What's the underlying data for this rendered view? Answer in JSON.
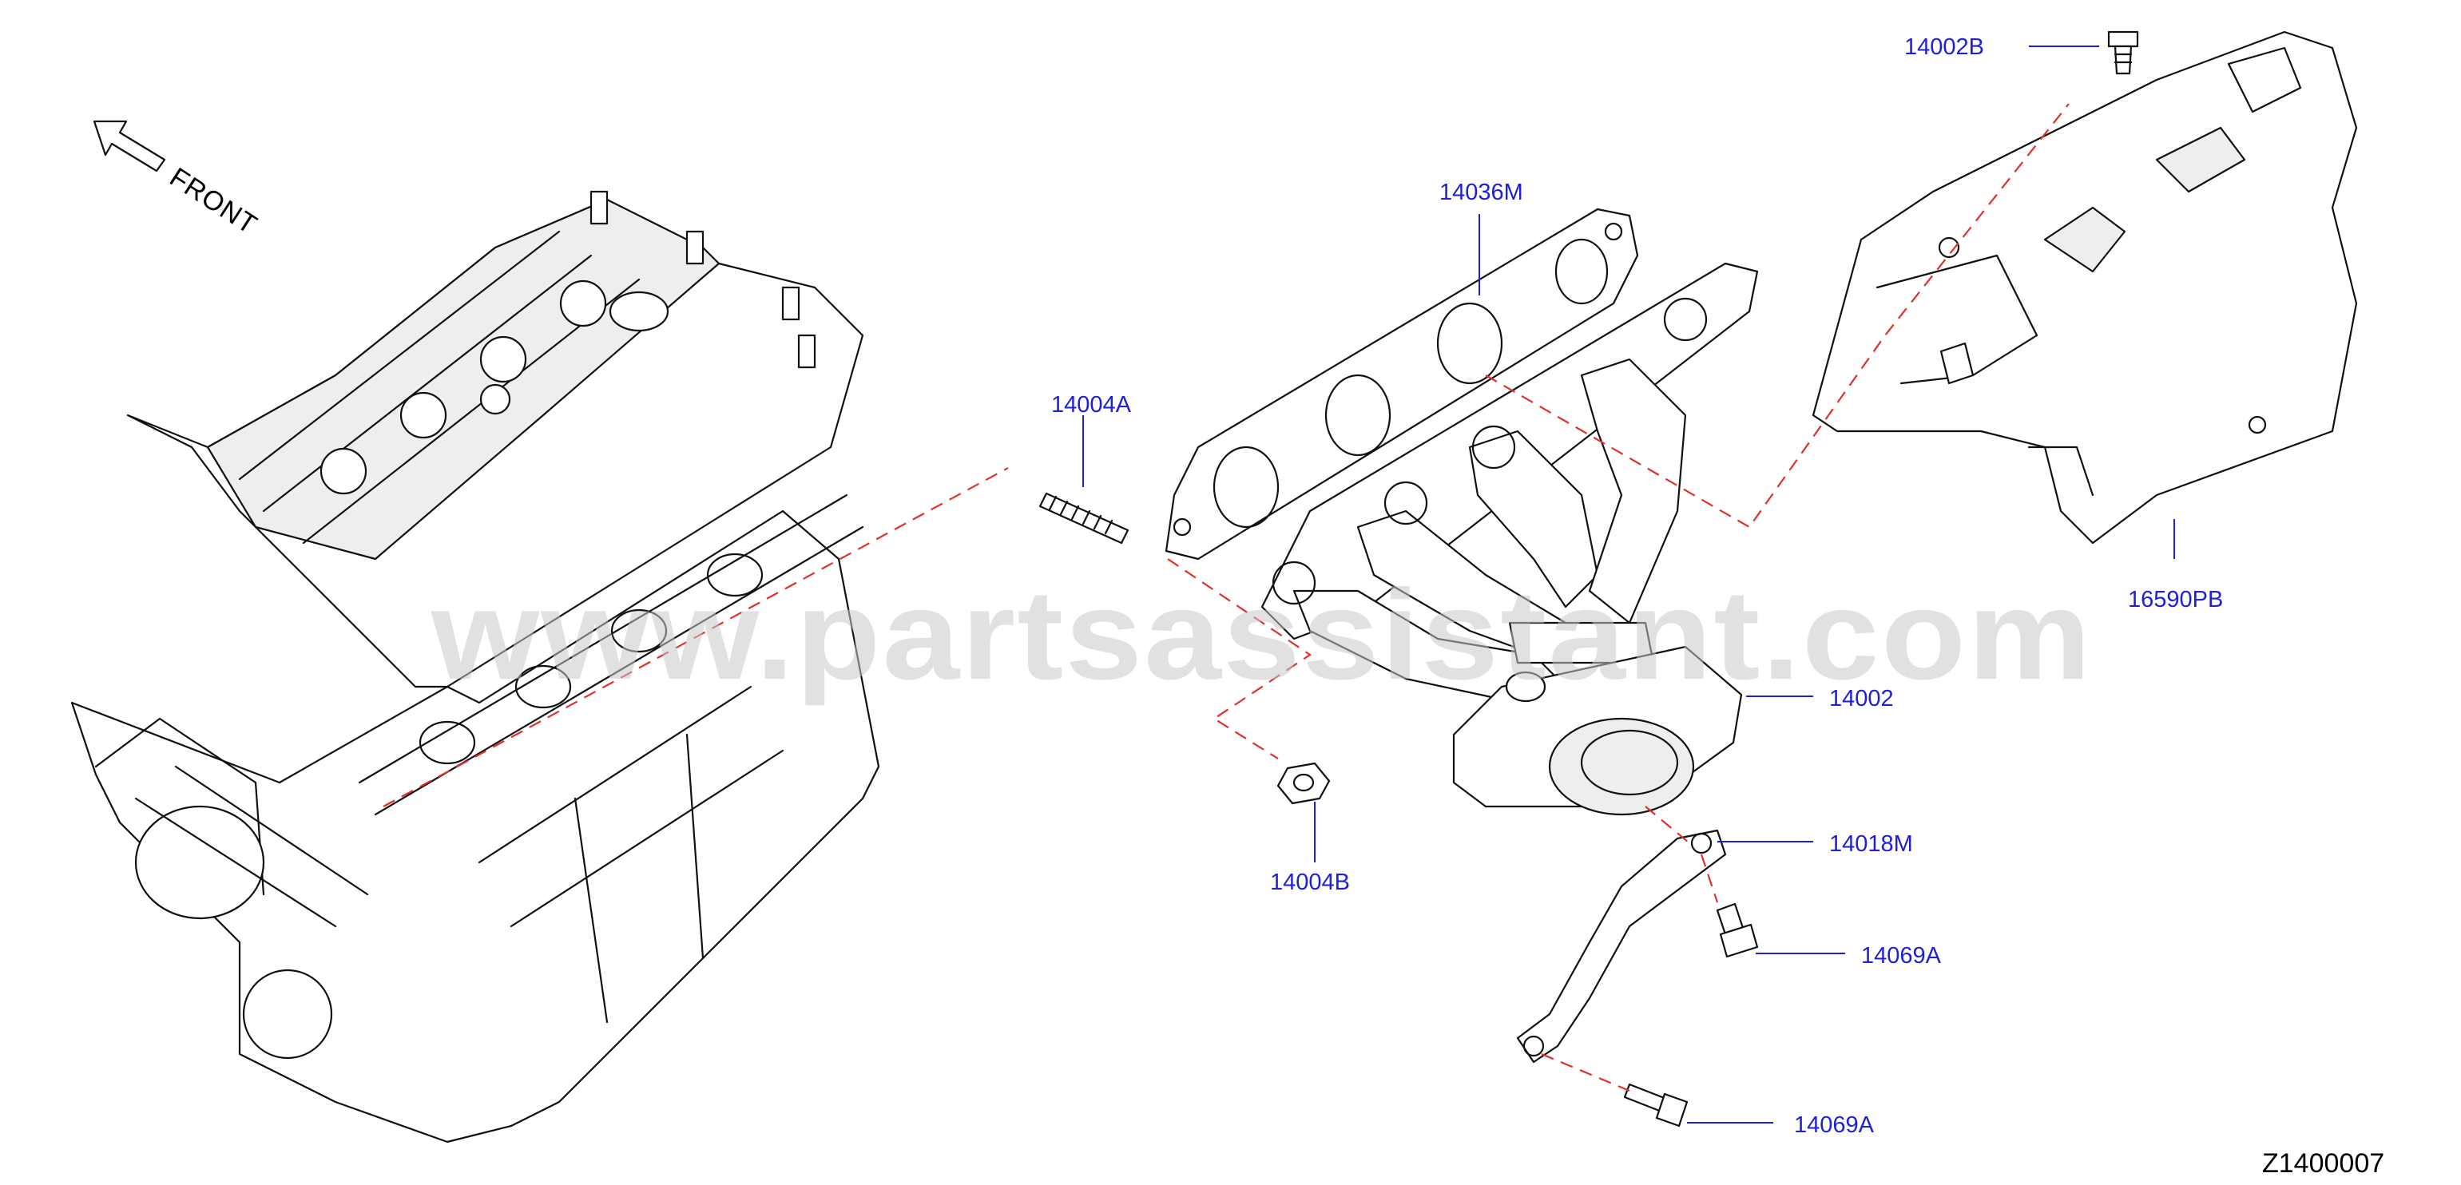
{
  "diagram": {
    "front_label": "FRONT",
    "figure_code": "Z1400007",
    "watermark": "www.partsassistant.com",
    "colors": {
      "label": "#1f1fd6",
      "dashed_line": "#e0302a",
      "line_art": "#111111",
      "watermark": "#c9c9c9"
    },
    "parts": [
      {
        "id": "p14002B",
        "label": "14002B",
        "part": "heat-shield-bolt"
      },
      {
        "id": "p14036M",
        "label": "14036M",
        "part": "manifold-gasket"
      },
      {
        "id": "p14004A",
        "label": "14004A",
        "part": "stud"
      },
      {
        "id": "p16590PB",
        "label": "16590PB",
        "part": "heat-shield"
      },
      {
        "id": "p14002",
        "label": "14002",
        "part": "exhaust-manifold"
      },
      {
        "id": "p14018M",
        "label": "14018M",
        "part": "manifold-support-bracket"
      },
      {
        "id": "p14004B",
        "label": "14004B",
        "part": "nut"
      },
      {
        "id": "p14069A_1",
        "label": "14069A",
        "part": "bracket-bolt-upper"
      },
      {
        "id": "p14069A_2",
        "label": "14069A",
        "part": "bracket-bolt-lower"
      }
    ]
  }
}
